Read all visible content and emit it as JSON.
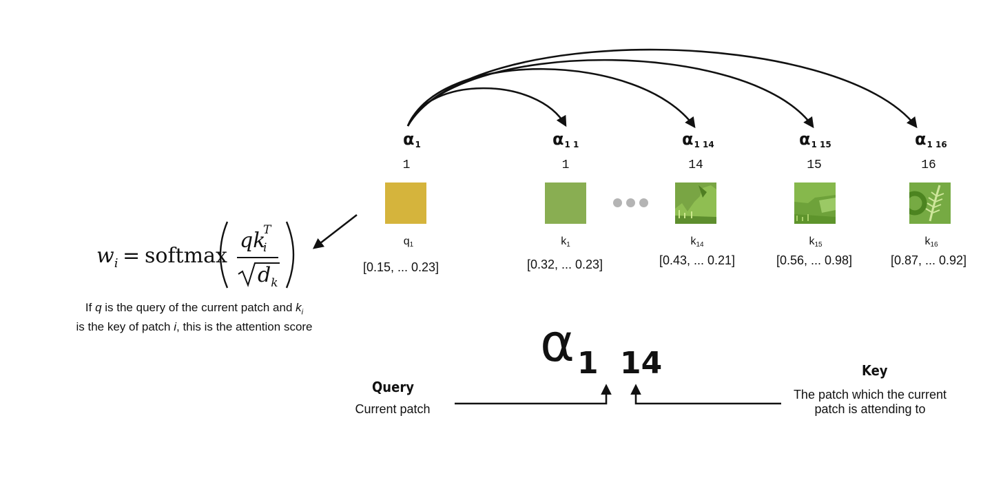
{
  "query_node": {
    "alpha": "α",
    "alpha_sub": "1",
    "index": "1",
    "label": "q",
    "label_sub": "1",
    "vector": "[0.15, ... 0.23]",
    "color": "#D5B43C"
  },
  "key_nodes": [
    {
      "alpha": "α",
      "alpha_sub": "1 1",
      "index": "1",
      "label": "k",
      "label_sub": "1",
      "vector": "[0.32, ... 0.23]",
      "color": "#89AE52"
    },
    {
      "alpha": "α",
      "alpha_sub": "1 14",
      "index": "14",
      "label": "k",
      "label_sub": "14",
      "vector": "[0.43, ... 0.21]",
      "color": "#79A544"
    },
    {
      "alpha": "α",
      "alpha_sub": "1 15",
      "index": "15",
      "label": "k",
      "label_sub": "15",
      "vector": "[0.56, ... 0.98]",
      "color": "#6EA23A"
    },
    {
      "alpha": "α",
      "alpha_sub": "1 16",
      "index": "16",
      "label": "k",
      "label_sub": "16",
      "vector": "[0.87, ... 0.92]",
      "color": "#76AA43"
    }
  ],
  "ellipsis_color": "#B4B4B4",
  "formula": {
    "lhs": "w",
    "lhs_sub": "i",
    "equals": "=",
    "func": "softmax",
    "numerator": "qk",
    "num_sup": "T",
    "num_sub": "i",
    "denominator": "d",
    "den_sub": "k"
  },
  "caption": {
    "line1_a": "If ",
    "line1_q": "q",
    "line1_b": " is the query of the current patch and ",
    "line1_k": "k",
    "line1_ksub": "i",
    "line2_a": "is the key of patch ",
    "line2_i": "i",
    "line2_b": ", this is the attention score"
  },
  "notation": {
    "alpha": "α",
    "query_index": "1",
    "key_index": "14",
    "query_title": "Query",
    "query_desc": "Current patch",
    "key_title": "Key",
    "key_desc_line1": "The patch which the current",
    "key_desc_line2": "patch is attending to"
  }
}
